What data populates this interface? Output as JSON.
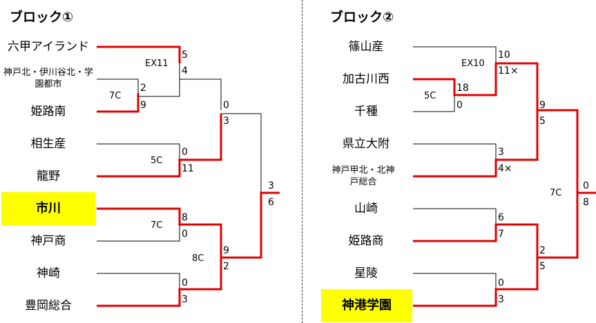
{
  "blocks": [
    {
      "title": "ブロック①",
      "teams": [
        "六甲アイランド",
        "神戸北・伊川谷北・学園都市",
        "姫路南",
        "相生産",
        "龍野",
        "市川",
        "神戸商",
        "神崎",
        "豊岡総合"
      ],
      "highlighted_team": "市川",
      "rounds": [
        {
          "match": "六甲アイランド vs 神戸北・伊川谷北・学園都市/姫路南",
          "notes": [
            "EX11"
          ],
          "scores": [
            "5",
            "4"
          ]
        },
        {
          "match": "神戸北・伊川谷北・学園都市 vs 姫路南",
          "notes": [
            "7C"
          ],
          "scores": [
            "2",
            "9"
          ]
        },
        {
          "match": "相生産 vs 龍野",
          "notes": [
            "5C"
          ],
          "scores": [
            "0",
            "11"
          ]
        },
        {
          "match": "市川 vs 神戸商",
          "notes": [
            "7C"
          ],
          "scores": [
            "8",
            "0"
          ]
        },
        {
          "match": "神崎 vs 豊岡総合",
          "notes": [],
          "scores": [
            "0",
            "3"
          ]
        },
        {
          "match": "semi upper",
          "notes": [],
          "scores": [
            "0",
            "3"
          ]
        },
        {
          "match": "semi lower",
          "notes": [
            "8C"
          ],
          "scores": [
            "9",
            "2"
          ]
        },
        {
          "match": "final",
          "notes": [],
          "scores": [
            "3",
            "6"
          ]
        }
      ]
    },
    {
      "title": "ブロック②",
      "teams": [
        "篠山産",
        "加古川西",
        "千種",
        "県立大附",
        "神戸甲北・北神戸総合",
        "山崎",
        "姫路商",
        "星陵",
        "神港学園"
      ],
      "highlighted_team": "神港学園",
      "rounds": [
        {
          "match": "篠山産 vs 加古川西/千種",
          "notes": [
            "EX10"
          ],
          "scores": [
            "10",
            "11×"
          ]
        },
        {
          "match": "加古川西 vs 千種",
          "notes": [
            "5C"
          ],
          "scores": [
            "18",
            "0"
          ]
        },
        {
          "match": "県立大附 vs 神戸甲北・北神戸総合",
          "notes": [],
          "scores": [
            "3",
            "4×"
          ]
        },
        {
          "match": "山崎 vs 姫路商",
          "notes": [],
          "scores": [
            "6",
            "7"
          ]
        },
        {
          "match": "星陵 vs 神港学園",
          "notes": [],
          "scores": [
            "0",
            "3"
          ]
        },
        {
          "match": "semi upper",
          "notes": [],
          "scores": [
            "9",
            "5"
          ]
        },
        {
          "match": "semi lower",
          "notes": [],
          "scores": [
            "2",
            "5"
          ]
        },
        {
          "match": "final",
          "notes": [
            "7C"
          ],
          "scores": [
            "0",
            "8"
          ]
        }
      ]
    }
  ],
  "line_colors": {
    "winner": "#e00000",
    "loser": "#000000",
    "highlight": "#ffff00"
  }
}
